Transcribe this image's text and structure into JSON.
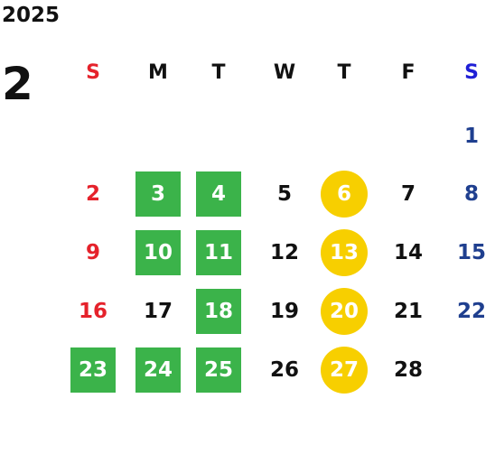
{
  "calendar": {
    "year": "2025",
    "month": "2",
    "weekdays": [
      "S",
      "M",
      "T",
      "W",
      "T",
      "F",
      "S"
    ],
    "weekday_colors": [
      "#e5222b",
      "#111111",
      "#111111",
      "#111111",
      "#111111",
      "#111111",
      "#1f1fd6"
    ],
    "day_colors": {
      "sunday": "#e5222b",
      "saturday": "#1f3f8f",
      "weekday": "#111111",
      "highlight_text": "#ffffff",
      "green_square": "#3bb34a",
      "yellow_circle": "#f7cf00"
    },
    "weeks": [
      [
        null,
        null,
        null,
        null,
        null,
        null,
        {
          "n": "1"
        }
      ],
      [
        {
          "n": "2"
        },
        {
          "n": "3",
          "mark": "green"
        },
        {
          "n": "4",
          "mark": "green"
        },
        {
          "n": "5"
        },
        {
          "n": "6",
          "mark": "yellow"
        },
        {
          "n": "7"
        },
        {
          "n": "8"
        }
      ],
      [
        {
          "n": "9"
        },
        {
          "n": "10",
          "mark": "green"
        },
        {
          "n": "11",
          "mark": "green"
        },
        {
          "n": "12"
        },
        {
          "n": "13",
          "mark": "yellow"
        },
        {
          "n": "14"
        },
        {
          "n": "15"
        }
      ],
      [
        {
          "n": "16"
        },
        {
          "n": "17"
        },
        {
          "n": "18",
          "mark": "green"
        },
        {
          "n": "19"
        },
        {
          "n": "20",
          "mark": "yellow"
        },
        {
          "n": "21"
        },
        {
          "n": "22"
        }
      ],
      [
        {
          "n": "23",
          "mark": "green"
        },
        {
          "n": "24",
          "mark": "green"
        },
        {
          "n": "25",
          "mark": "green"
        },
        {
          "n": "26"
        },
        {
          "n": "27",
          "mark": "yellow"
        },
        {
          "n": "28"
        },
        null
      ]
    ]
  }
}
